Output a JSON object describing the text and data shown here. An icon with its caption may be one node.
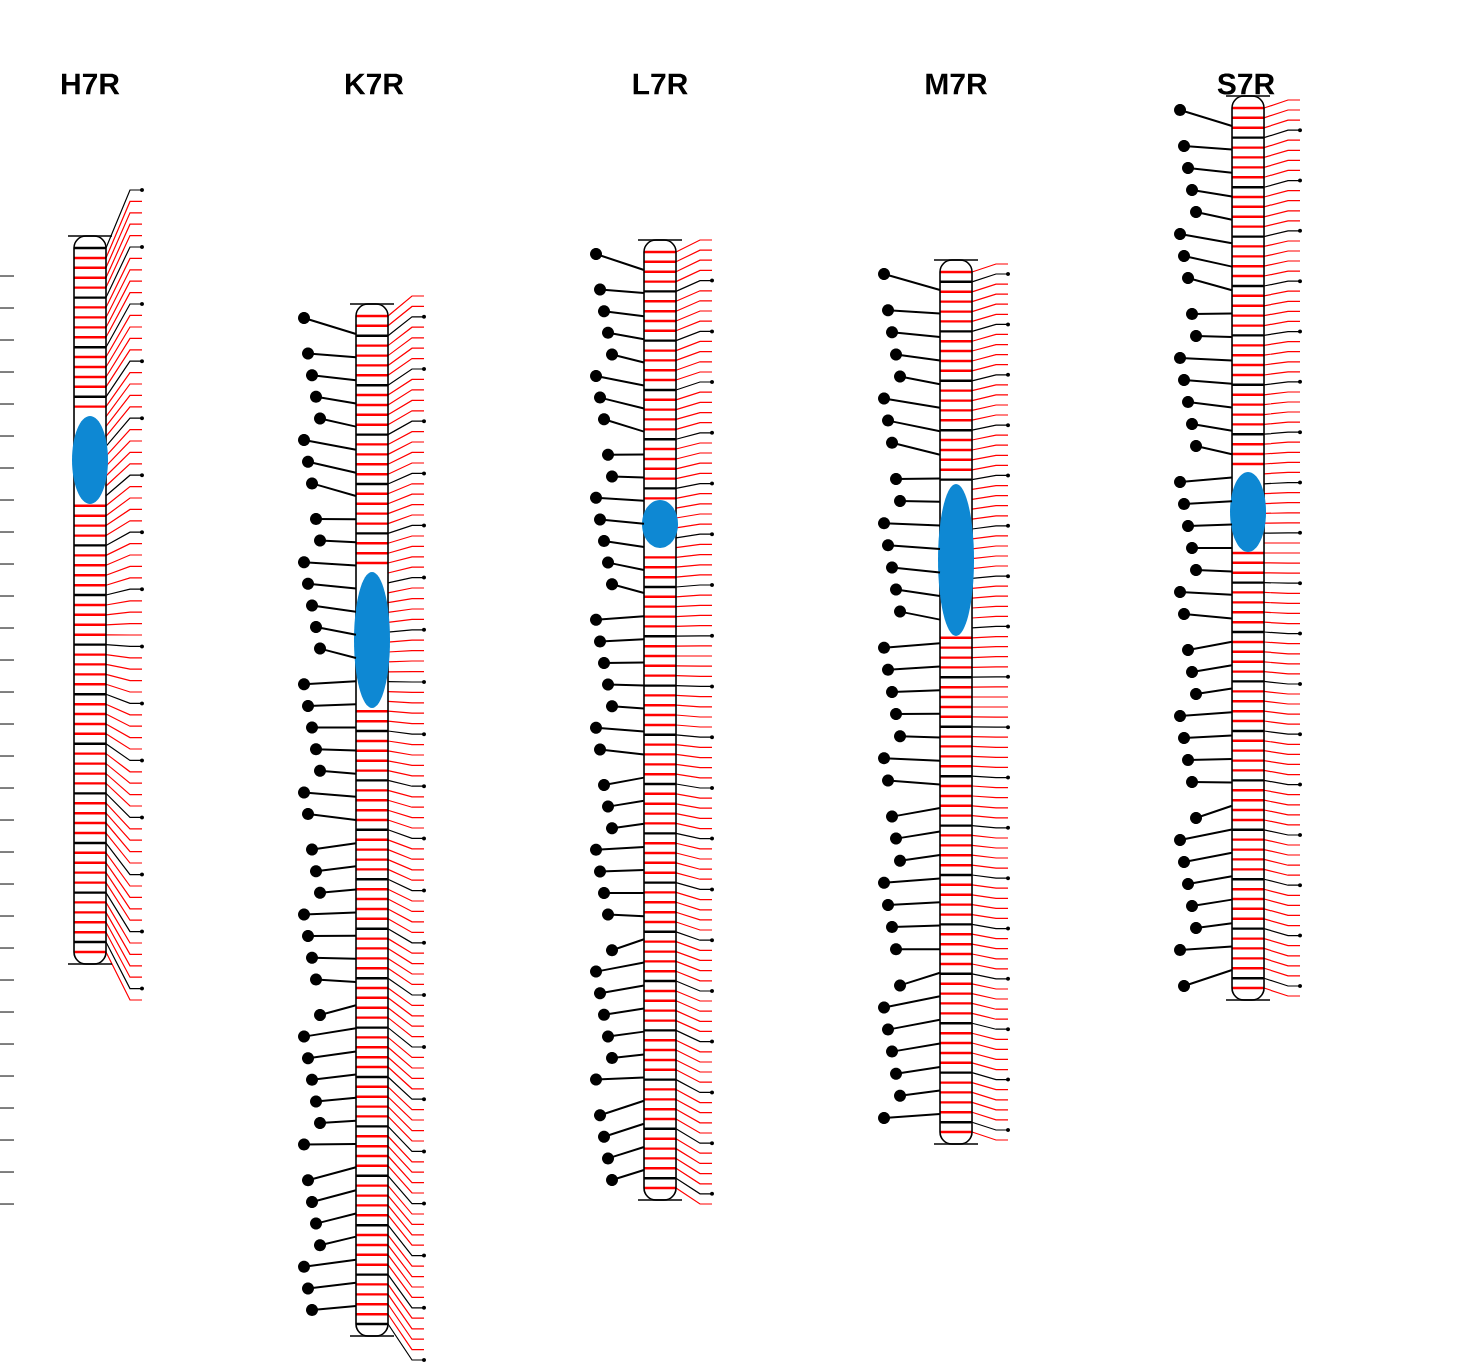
{
  "diagram": {
    "labels": [
      "H7R",
      "K7R",
      "L7R",
      "M7R",
      "S7R"
    ]
  }
}
